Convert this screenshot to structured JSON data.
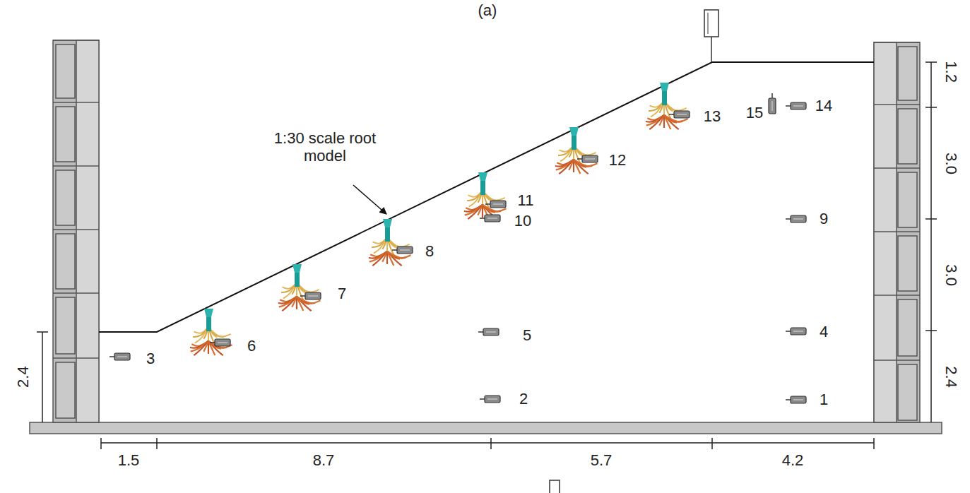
{
  "diagram": {
    "labels": [
      "(a)",
      "1:30 scale root model",
      "3",
      "6",
      "7",
      "8",
      "11",
      "10",
      "12",
      "13",
      "15",
      "14",
      "9",
      "5",
      "4",
      "2",
      "1",
      "2.4",
      "1.2",
      "3.0",
      "3.0",
      "2.4",
      "1.5",
      "8.7",
      "5.7",
      "4.2"
    ]
  }
}
